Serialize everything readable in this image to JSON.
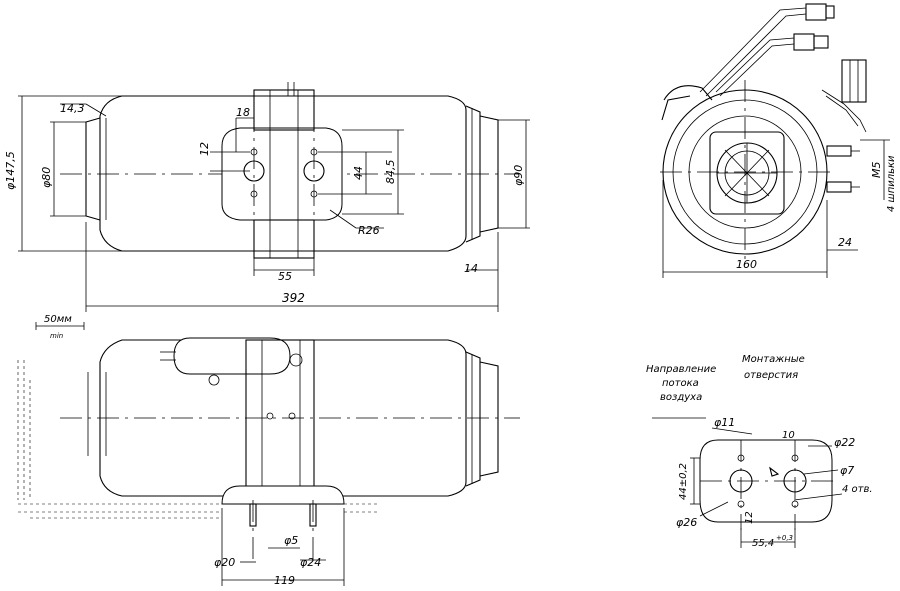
{
  "dims": {
    "top_phi147_5": "φ147,5",
    "top_14_3": "14,3",
    "top_phi80": "φ80",
    "top_18": "18",
    "top_12": "12",
    "top_44": "44",
    "top_84_5": "84,5",
    "top_phi90": "φ90",
    "top_R26": "R26",
    "top_55": "55",
    "top_14": "14",
    "top_392": "392",
    "right_M5": "M5",
    "right_M5_note": "4 шпильки",
    "right_24": "24",
    "right_160": "160",
    "scale_50": "50мм",
    "scale_min": "min",
    "bottom_phi20": "φ20",
    "bottom_phi5": "φ5",
    "bottom_phi24": "φ24",
    "bottom_119": "119",
    "flow_label_1": "Направление",
    "flow_label_2": "потока",
    "flow_label_3": "воздуха",
    "mount_label_1": "Монтажные",
    "mount_label_2": "отверстия",
    "m_phi11": "φ11",
    "m_10": "10",
    "m_phi22": "φ22",
    "m_phi7": "φ7",
    "m_4otv": "4 отв.",
    "m_44": "44±0,2",
    "m_phi26": "φ26",
    "m_12": "12",
    "m_55_4": "55,4",
    "m_tol": "+0,3"
  }
}
